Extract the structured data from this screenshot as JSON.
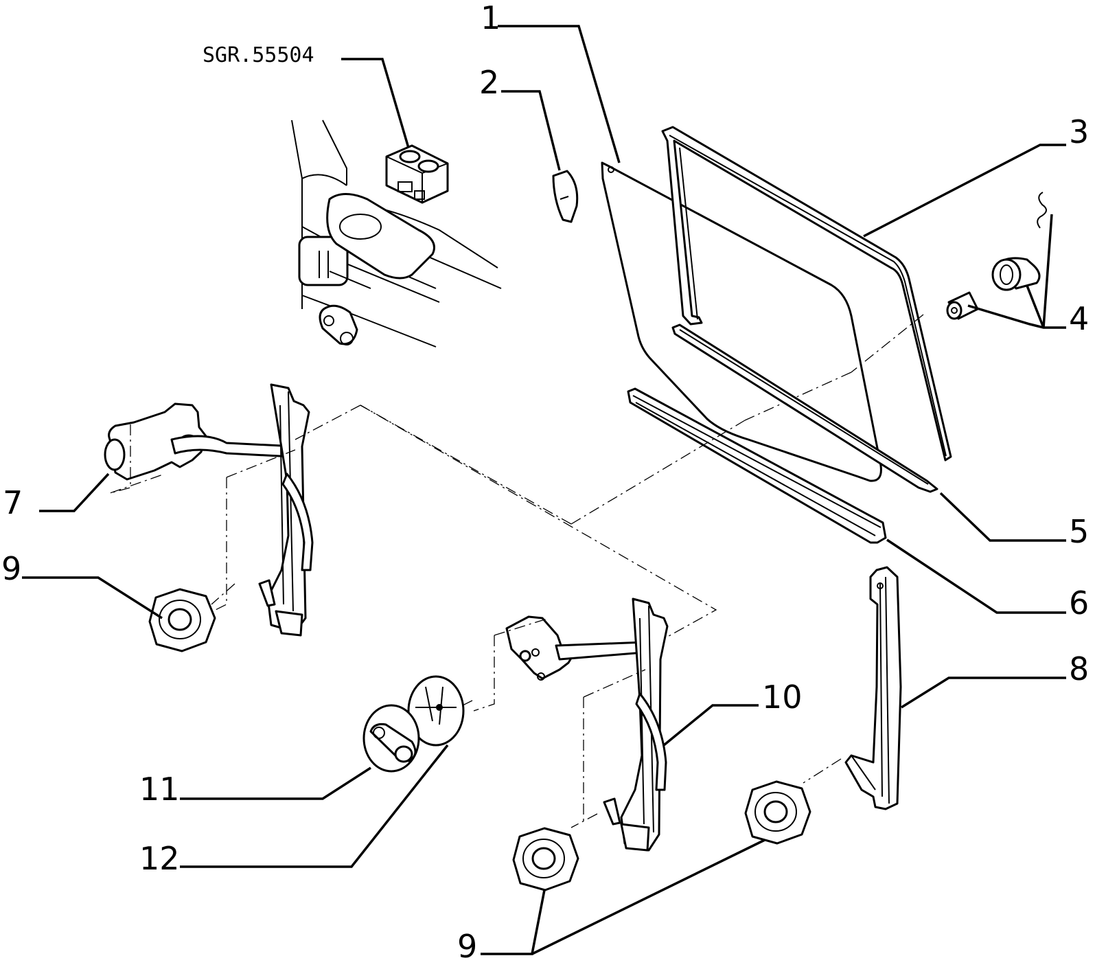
{
  "diagram": {
    "reference_code": "SGR.55504",
    "callouts": [
      {
        "id": "1",
        "text": "1"
      },
      {
        "id": "2",
        "text": "2"
      },
      {
        "id": "3",
        "text": "3"
      },
      {
        "id": "4",
        "text": "4"
      },
      {
        "id": "5",
        "text": "5"
      },
      {
        "id": "6",
        "text": "6"
      },
      {
        "id": "7",
        "text": "7"
      },
      {
        "id": "8",
        "text": "8"
      },
      {
        "id": "9a",
        "text": "9"
      },
      {
        "id": "9b",
        "text": "9"
      },
      {
        "id": "10",
        "text": "10"
      },
      {
        "id": "11",
        "text": "11"
      },
      {
        "id": "12",
        "text": "12"
      }
    ]
  }
}
